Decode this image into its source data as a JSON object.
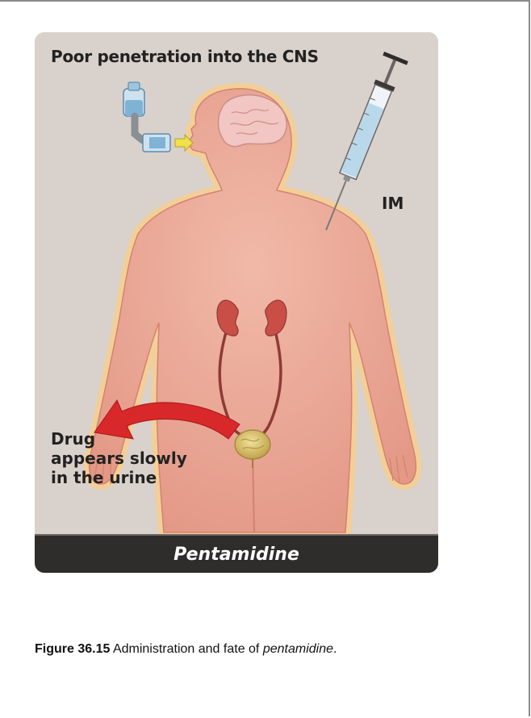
{
  "figure": {
    "header_label": "Poor penetration into the CNS",
    "route_label": "IM",
    "excretion_label_lines": [
      "Drug",
      "appears slowly",
      "in the urine"
    ],
    "drug_name": "Pentamidine"
  },
  "caption": {
    "number": "Figure 36.15",
    "text": "Administration and fate of",
    "drug": "pentamidine",
    "end": "."
  },
  "colors": {
    "background": "#d9d1cb",
    "body": "#e8a393",
    "body_glow": "#f7cf8f",
    "kidney": "#c94e45",
    "ureter": "#8e3a36",
    "bladder": "#d8c06a",
    "arrow": "#d8282a",
    "banner": "#2f2c2c",
    "syringe_fluid": "#b9d9ea",
    "nebulizer": "#7fb3d6",
    "inhale_arrow": "#f0e04a"
  },
  "icons": [
    "brain-icon",
    "nebulizer-icon",
    "syringe-icon",
    "kidney-icon",
    "bladder-icon",
    "excretion-arrow-icon"
  ]
}
